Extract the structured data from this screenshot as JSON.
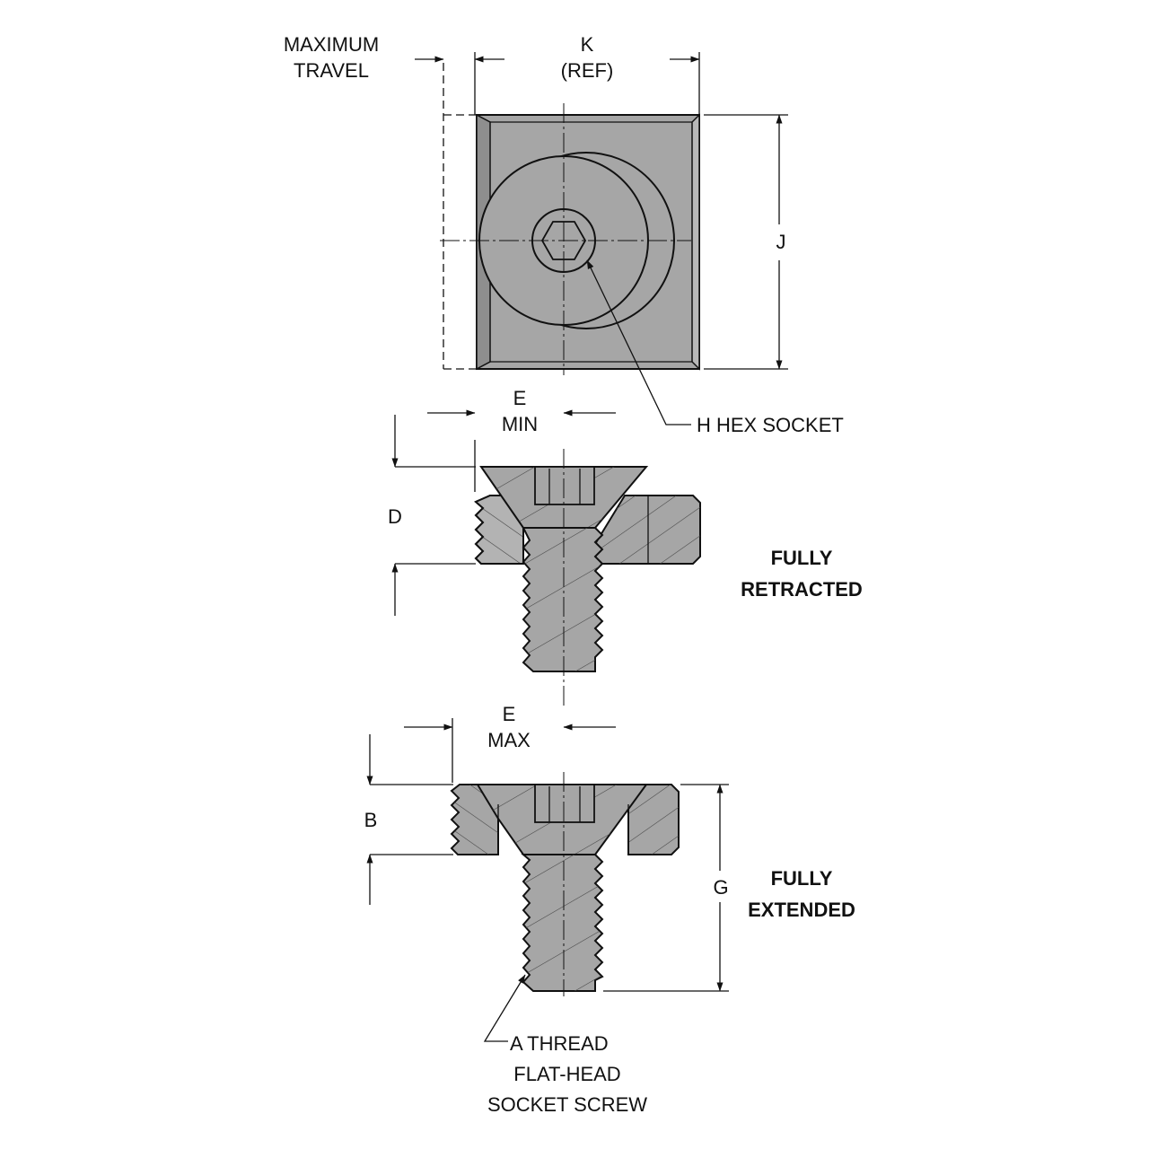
{
  "colors": {
    "part_fill": "#a6a6a6",
    "part_fill_dark": "#8e8e8e",
    "outline": "#111111",
    "background": "#ffffff"
  },
  "labels": {
    "max_travel_line1": "MAXIMUM",
    "max_travel_line2": "TRAVEL",
    "k_line1": "K",
    "k_line2": "(REF)",
    "j": "J",
    "e_min_line1": "E",
    "e_min_line2": "MIN",
    "h_hex_socket": "H HEX SOCKET",
    "d": "D",
    "fully_retracted_line1": "FULLY",
    "fully_retracted_line2": "RETRACTED",
    "e_max_line1": "E",
    "e_max_line2": "MAX",
    "b": "B",
    "g": "G",
    "fully_extended_line1": "FULLY",
    "fully_extended_line2": "EXTENDED",
    "a_thread": "A THREAD",
    "flat_head_line1": "FLAT-HEAD",
    "flat_head_line2": "SOCKET SCREW"
  }
}
